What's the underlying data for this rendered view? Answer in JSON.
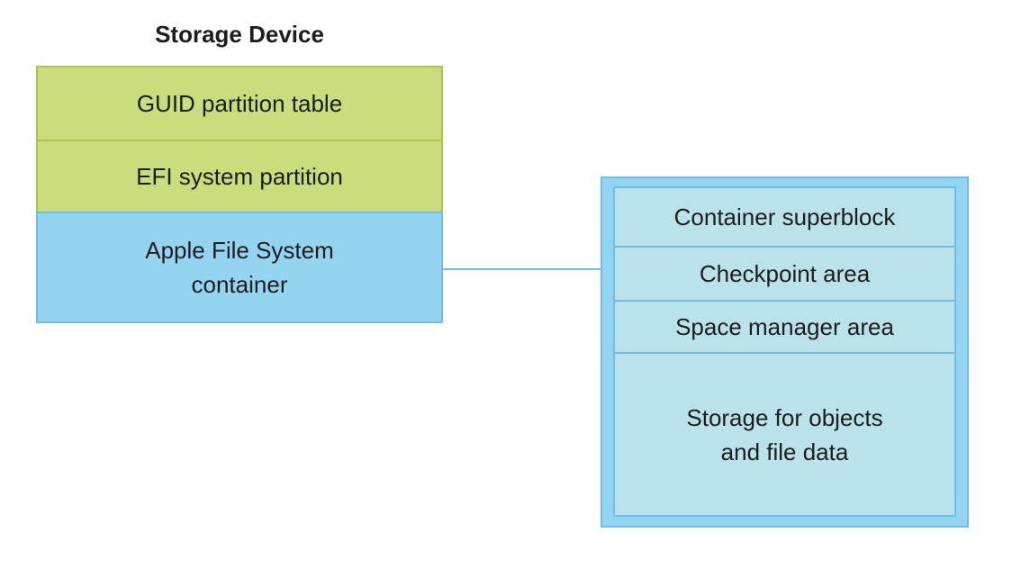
{
  "diagram": {
    "title": "Storage Device",
    "device_blocks": [
      {
        "label": "GUID partition table"
      },
      {
        "label": "EFI system partition"
      },
      {
        "label": "Apple File System\ncontainer"
      }
    ],
    "container_blocks": [
      {
        "label": "Container superblock"
      },
      {
        "label": "Checkpoint area"
      },
      {
        "label": "Space manager area"
      },
      {
        "label": "Storage for objects\nand file data"
      }
    ]
  },
  "colors": {
    "green_fill": "#cbdc7d",
    "green_border": "#a9c454",
    "blue_fill": "#95d4f1",
    "blue_border": "#6ebfe8",
    "inner_fill": "#b9e2ea"
  }
}
